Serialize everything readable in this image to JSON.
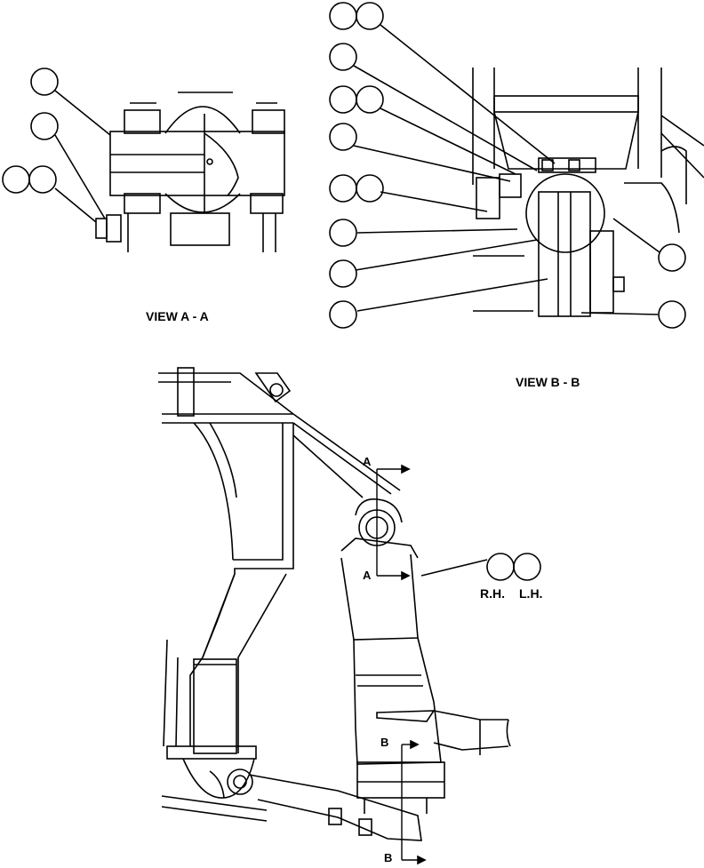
{
  "view_a_title": "VIEW A - A",
  "view_b_title": "VIEW B - B",
  "section_a_letter": "A",
  "section_b_letter": "B",
  "side_right": "R.H.",
  "side_left": "L.H."
}
